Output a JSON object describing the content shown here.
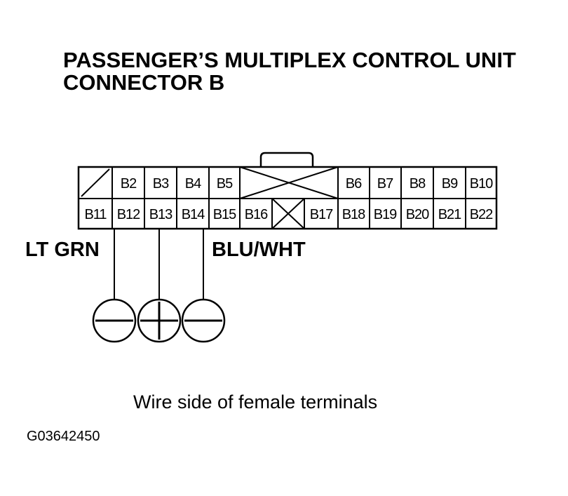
{
  "title": {
    "line1": "PASSENGER’S MULTIPLEX CONTROL UNIT",
    "line2": "CONNECTOR B"
  },
  "connector": {
    "top_row": [
      "",
      "B2",
      "B3",
      "B4",
      "B5",
      "",
      "B6",
      "B7",
      "B8",
      "B9",
      "B10"
    ],
    "bottom_row": [
      "B11",
      "B12",
      "B13",
      "B14",
      "B15",
      "B16",
      "",
      "B17",
      "B18",
      "B19",
      "B20",
      "B21",
      "B22"
    ]
  },
  "wires": {
    "left_label": "LT GRN",
    "right_label": "BLU/WHT"
  },
  "meter_symbols": [
    "−",
    "+",
    "−"
  ],
  "caption": "Wire side of female terminals",
  "figure_code": "G03642450"
}
